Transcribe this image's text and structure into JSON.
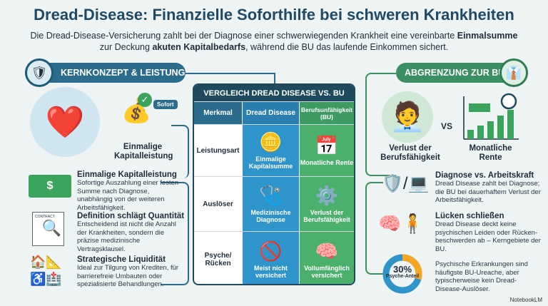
{
  "title": "Dread-Disease: Finanzielle Soforthilfe bei schweren Krankheiten",
  "subtitle": {
    "part1": "Die Dread-Disease-Versicherung zahlt bei der Diagnose einer schwerwiegenden Krankheit eine vereinbarte ",
    "bold1": "Einmalsumme",
    "part2": " zur Deckung ",
    "bold2": "akuten Kapitalbedarfs",
    "part3": ", während die BU das laufende Einkommen sichert."
  },
  "left": {
    "header": "KERNKONZEPT & LEISTUNG",
    "sofort": "Sofort",
    "hero_label": "Einmalige Kapitalleistung",
    "items": [
      {
        "title": "Einmalige Kapitalleistung",
        "text": "Sofortige Auszahlung einer festen Summe nach Diagnose, unabhängig von der weiteren Arbeitsfähigkeit.",
        "icon": "banknote-icon"
      },
      {
        "title": "Definition schlägt Quantität",
        "text": "Entscheidend ist nicht die Anzahl der Krankheiten, sondern die präzise medizinische Vertragsklausel.",
        "icon": "contract-magnifier-icon",
        "contract_label": "CONTRACT"
      },
      {
        "title": "Strategische Liquidität",
        "text": "Ideal zur Tilgung von Krediten, für barrierefreie Umbauten oder spezialisierte Behandlungen.",
        "icon": "house-ramp-wheelchair-hospital-icon"
      }
    ]
  },
  "table": {
    "title": "VERGLEICH DREAD DISEASE VS. BU",
    "headers": [
      "Merkmal",
      "Dread Disease",
      "Berufsunfähigkeit (BU)"
    ],
    "rows": [
      {
        "label": "Leistungsart",
        "dd": "Einmalige Kapitalsumme",
        "bu": "Monatliche Rente",
        "dd_icon": "coin-icon",
        "bu_icon": "calendar-icon"
      },
      {
        "label": "Auslöser",
        "dd": "Medizinische Diagnose",
        "bu": "Verlust der Berufsfähigkeit",
        "dd_icon": "stethoscope-icon",
        "bu_icon": "broken-gear-icon"
      },
      {
        "label": "Psyche/ Rücken",
        "dd": "Meist nicht versichert",
        "bu": "Vollumfänglich versichert",
        "dd_icon": "crossed-brain-icon",
        "bu_icon": "brain-spine-check-icon"
      }
    ]
  },
  "right": {
    "header": "ABGRENZUNG ZUR BU",
    "vs": "VS",
    "label_left": "Verlust der Berufsfähigkeit",
    "label_right": "Monatliche Rente",
    "items": [
      {
        "title": "Diagnose vs. Arbeitskraft",
        "text": "Dread Disease zahlt bei Diagnose; die BU bei dauerhaftem Verlust der Arbeitsfähigkeit."
      },
      {
        "title": "Lücken schließen",
        "text": "Dread Disease deckt keine psychischen Leiden oder Rücken-beschwerden ab – Kerngebiete der BU."
      }
    ],
    "donut": {
      "value_percent": 30,
      "value_label": "30%",
      "caption": "Psyche-Anteil",
      "text": "Psychische Erkrankungen sind häufigste BU-Ureache, aber typischerweise kein Dread-Disease-Auslöser.",
      "colors": {
        "share": "#f5a623",
        "rest": "#2e94c9"
      }
    }
  },
  "footer": {
    "brand": "NotebookLM"
  },
  "colors": {
    "title": "#1f4a66",
    "blue": "#2b6b8c",
    "green": "#3c8f62"
  }
}
